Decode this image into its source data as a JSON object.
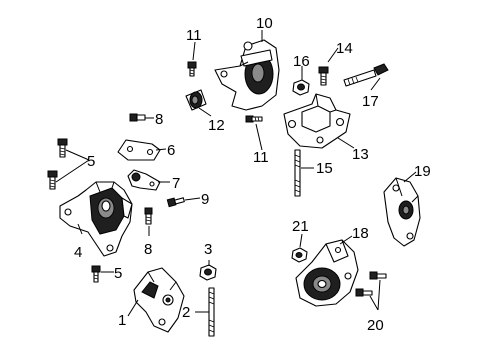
{
  "callouts": [
    {
      "id": "c1",
      "text": "1"
    },
    {
      "id": "c2",
      "text": "2"
    },
    {
      "id": "c3",
      "text": "3"
    },
    {
      "id": "c4",
      "text": "4"
    },
    {
      "id": "c5a",
      "text": "5"
    },
    {
      "id": "c5b",
      "text": "5"
    },
    {
      "id": "c6",
      "text": "6"
    },
    {
      "id": "c7",
      "text": "7"
    },
    {
      "id": "c8a",
      "text": "8"
    },
    {
      "id": "c8b",
      "text": "8"
    },
    {
      "id": "c9",
      "text": "9"
    },
    {
      "id": "c10",
      "text": "10"
    },
    {
      "id": "c11a",
      "text": "11"
    },
    {
      "id": "c11b",
      "text": "11"
    },
    {
      "id": "c12",
      "text": "12"
    },
    {
      "id": "c13",
      "text": "13"
    },
    {
      "id": "c14",
      "text": "14"
    },
    {
      "id": "c15",
      "text": "15"
    },
    {
      "id": "c16",
      "text": "16"
    },
    {
      "id": "c17",
      "text": "17"
    },
    {
      "id": "c18",
      "text": "18"
    },
    {
      "id": "c19",
      "text": "19"
    },
    {
      "id": "c20",
      "text": "20"
    },
    {
      "id": "c21",
      "text": "21"
    }
  ]
}
